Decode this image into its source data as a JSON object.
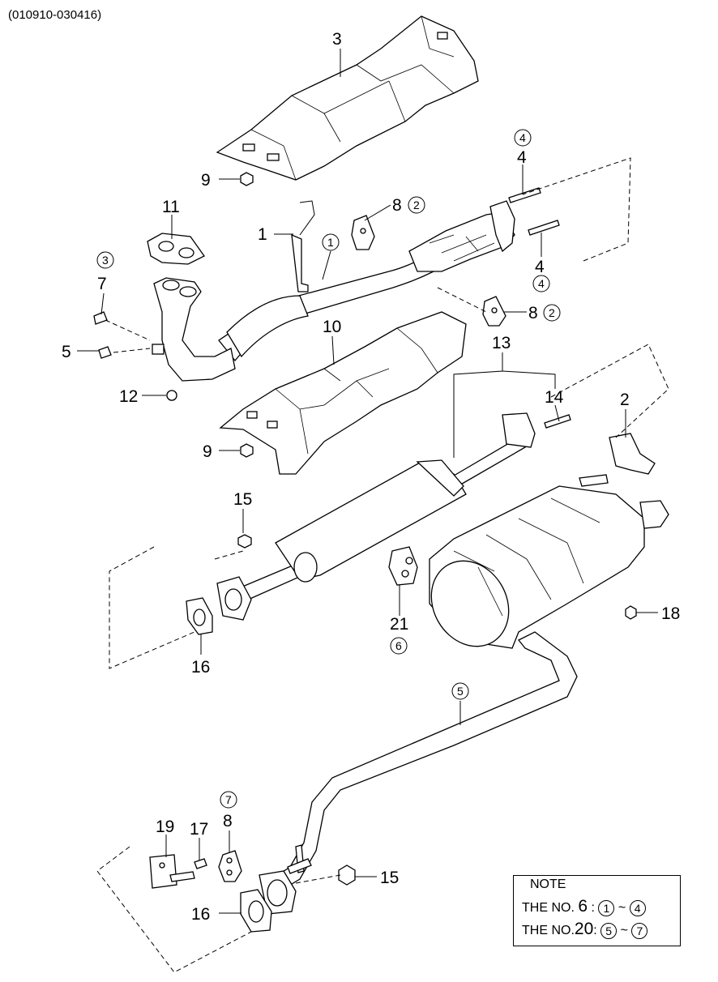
{
  "header": {
    "code": "(010910-030416)"
  },
  "callouts": [
    {
      "id": "c3-top",
      "num": "3"
    },
    {
      "id": "c9-a",
      "num": "9"
    },
    {
      "id": "c4-a",
      "num": "4",
      "circled": "4"
    },
    {
      "id": "c11",
      "num": "11"
    },
    {
      "id": "c1",
      "num": "1",
      "circled": "1"
    },
    {
      "id": "c8-a",
      "num": "8",
      "circled": "2"
    },
    {
      "id": "c3-7",
      "num": "7",
      "circled": "3"
    },
    {
      "id": "c4-b",
      "num": "4",
      "circled": "4"
    },
    {
      "id": "c5-a",
      "num": "5"
    },
    {
      "id": "c8-b",
      "num": "8",
      "circled": "2"
    },
    {
      "id": "c10",
      "num": "10"
    },
    {
      "id": "c13",
      "num": "13"
    },
    {
      "id": "c12",
      "num": "12"
    },
    {
      "id": "c14",
      "num": "14"
    },
    {
      "id": "c2",
      "num": "2"
    },
    {
      "id": "c9-b",
      "num": "9"
    },
    {
      "id": "c15-a",
      "num": "15"
    },
    {
      "id": "c18",
      "num": "18"
    },
    {
      "id": "c21",
      "num": "21",
      "circled": "6"
    },
    {
      "id": "c16-a",
      "num": "16"
    },
    {
      "id": "c5-b",
      "circled": "5"
    },
    {
      "id": "c8-c",
      "num": "8",
      "circled": "7"
    },
    {
      "id": "c19",
      "num": "19"
    },
    {
      "id": "c17",
      "num": "17"
    },
    {
      "id": "c15-b",
      "num": "15"
    },
    {
      "id": "c16-b",
      "num": "16"
    }
  ],
  "note": {
    "title": "NOTE",
    "line1_prefix": "THE NO.",
    "line1_num": "6",
    "line1_sep": ":",
    "line1_from": "1",
    "line1_tilde": "~",
    "line1_to": "4",
    "line2_prefix": "THE NO.",
    "line2_num": "20",
    "line2_sep": ":",
    "line2_from": "5",
    "line2_tilde": "~",
    "line2_to": "7"
  }
}
